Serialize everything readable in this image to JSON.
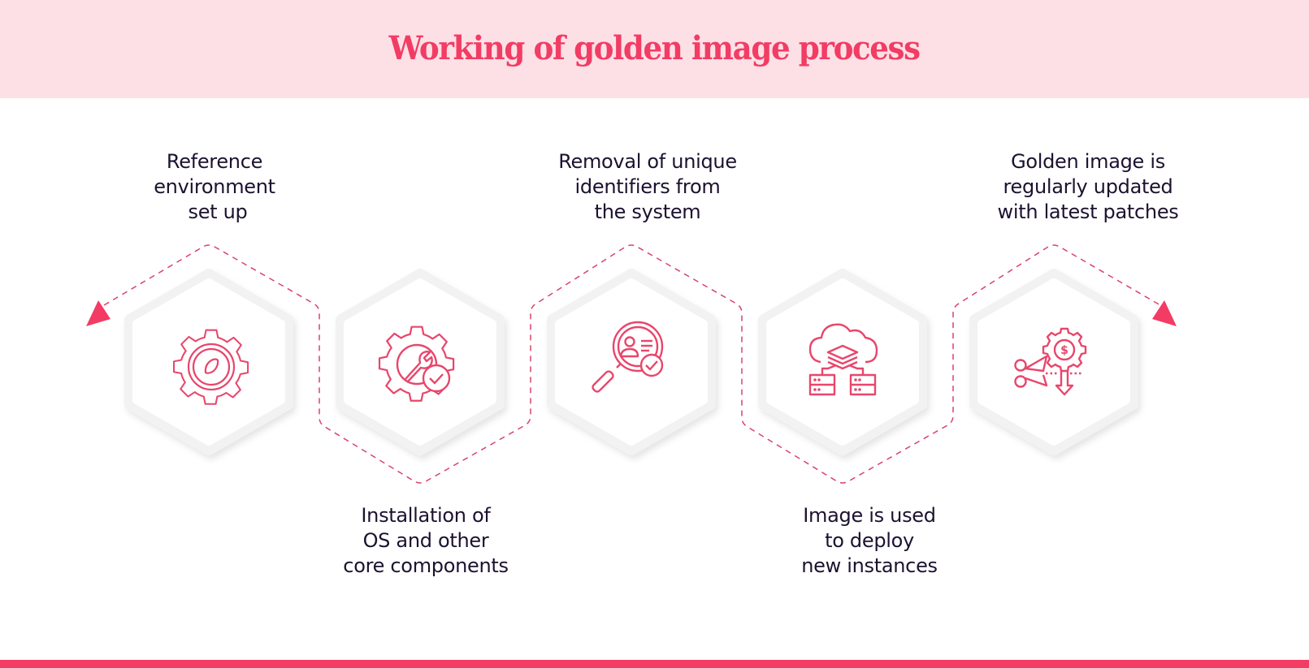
{
  "header": {
    "title": "Working of golden image process"
  },
  "colors": {
    "accent": "#f23c64",
    "header_bg": "#fde0e6",
    "text": "#1c1230",
    "hex_border": "#eeeeee"
  },
  "steps": [
    {
      "position": "top",
      "icon": "gear-icon",
      "lines": [
        "Reference",
        "environment",
        "set up"
      ]
    },
    {
      "position": "bottom",
      "icon": "gear-wrench-check-icon",
      "lines": [
        "Installation of",
        "OS and other",
        "core components"
      ]
    },
    {
      "position": "top",
      "icon": "magnifier-user-check-icon",
      "lines": [
        "Removal of unique",
        "identifiers from",
        "the system"
      ]
    },
    {
      "position": "bottom",
      "icon": "cloud-servers-icon",
      "lines": [
        "Image is used",
        "to deploy",
        "new instances"
      ]
    },
    {
      "position": "top",
      "icon": "scissors-cost-reduction-icon",
      "lines": [
        "Golden image is",
        "regularly updated",
        "with latest patches"
      ]
    }
  ]
}
